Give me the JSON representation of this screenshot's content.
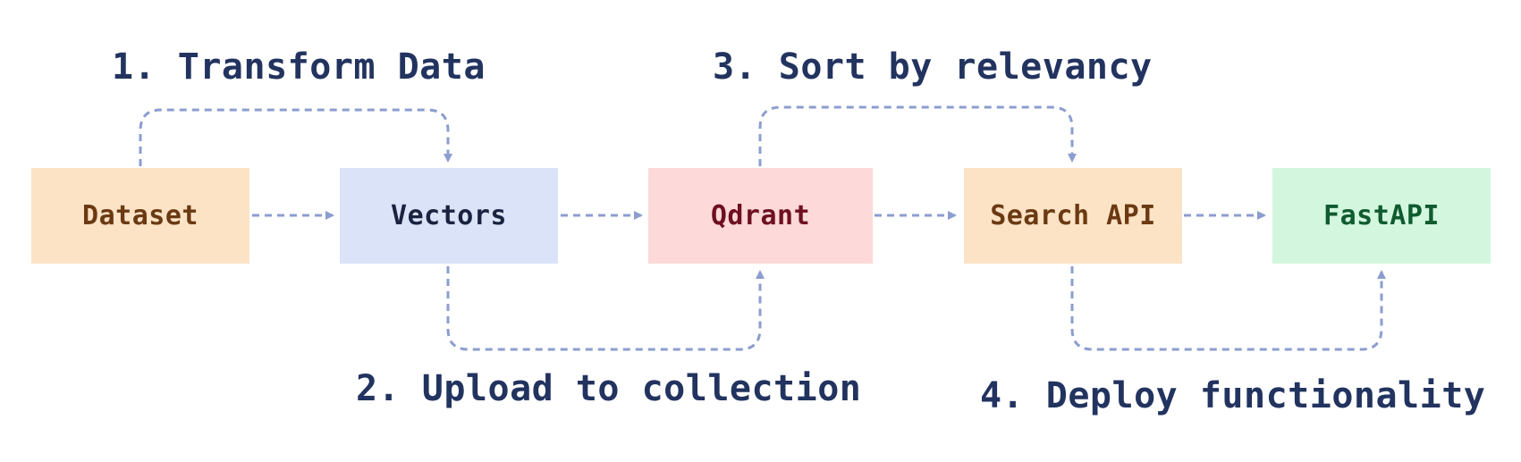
{
  "nodes": [
    {
      "id": "dataset",
      "label": "Dataset",
      "fill": "#fce3c6",
      "text_color": "#6b3a12"
    },
    {
      "id": "vectors",
      "label": "Vectors",
      "fill": "#dbe3f8",
      "text_color": "#1a2340"
    },
    {
      "id": "qdrant",
      "label": "Qdrant",
      "fill": "#fdd9d9",
      "text_color": "#6e1020"
    },
    {
      "id": "search-api",
      "label": "Search API",
      "fill": "#fce3c6",
      "text_color": "#6b3a12"
    },
    {
      "id": "fastapi",
      "label": "FastAPI",
      "fill": "#d3f7de",
      "text_color": "#0f5b2f"
    }
  ],
  "steps": [
    {
      "label": "1. Transform Data",
      "from": "dataset",
      "to": "vectors"
    },
    {
      "label": "2. Upload to collection",
      "from": "vectors",
      "to": "qdrant"
    },
    {
      "label": "3. Sort by relevancy",
      "from": "qdrant",
      "to": "search-api"
    },
    {
      "label": "4. Deploy functionality",
      "from": "search-api",
      "to": "fastapi"
    }
  ],
  "colors": {
    "arrow": "#8c9dcf",
    "step_label": "#22335f"
  }
}
